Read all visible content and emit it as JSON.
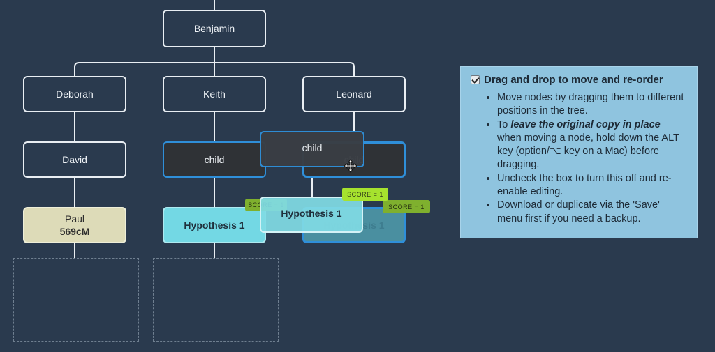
{
  "tree": {
    "root": "Benjamin",
    "children": [
      "Deborah",
      "Keith",
      "Leonard"
    ],
    "deborah_child": "David",
    "keith_child": "child",
    "leonard_child": "child",
    "david_child": {
      "name": "Paul",
      "value": "569cM"
    },
    "hypothesis_keith": "Hypothesis 1",
    "hypothesis_leonard": "Hypothesis 1",
    "dragging_child": "child",
    "dragging_hypothesis": "Hypothesis 1",
    "score_float": "SCORE = 1",
    "score_keith": "SCORE = 1",
    "score_leonard": "SCORE = 1"
  },
  "panel": {
    "title": "Drag and drop to move and re-order",
    "checked": true,
    "bullets": {
      "b1": "Move nodes by dragging them to different positions in the tree.",
      "b2_pre": "To ",
      "b2_em": "leave the original copy in place",
      "b2_post": " when moving a node, hold down the ALT key (option/⌥ key on a Mac) before dragging.",
      "b3": "Uncheck the box to turn this off and re-enable editing.",
      "b4": "Download or duplicate via the 'Save' menu first if you need a backup."
    }
  },
  "colors": {
    "background": "#2a3a4e",
    "selected_border": "#2f8fd9",
    "hypothesis": "#73d8e4",
    "paul_node": "#dddbb8",
    "score_badge": "#a6e22e",
    "panel": "#8fc4df"
  },
  "icons": {
    "move": "move-cursor-icon",
    "check": "checkbox-icon"
  }
}
